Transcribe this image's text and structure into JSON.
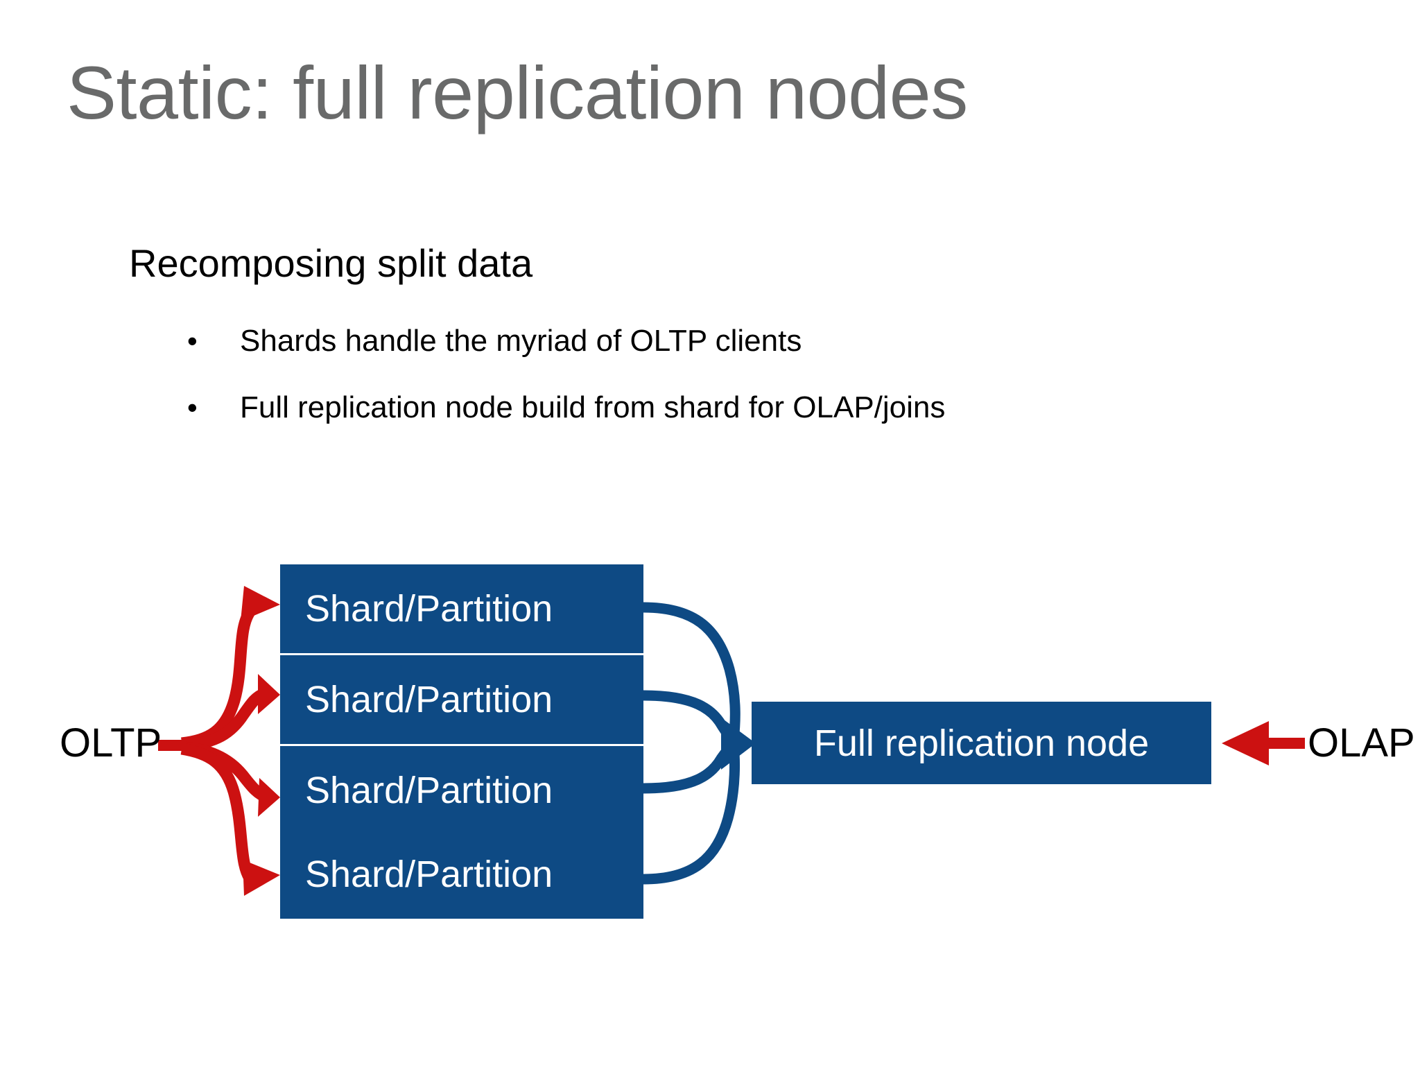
{
  "slide": {
    "title": "Static: full replication nodes",
    "lead": "Recomposing split data",
    "bullets": [
      {
        "marker": "•",
        "text": "Shards handle the myriad of OLTP clients"
      },
      {
        "marker": "•",
        "text": "Full replication node build from shard for OLAP/joins"
      }
    ]
  },
  "diagram": {
    "shards": [
      {
        "label": "Shard/Partition"
      },
      {
        "label": "Shard/Partition"
      },
      {
        "label": "Shard/Partition"
      },
      {
        "label": "Shard/Partition"
      }
    ],
    "full_replication_node": {
      "label": "Full replication node"
    },
    "endpoints": {
      "left": "OLTP",
      "right": "OLAP"
    },
    "arrows": {
      "oltp_fanout": {
        "name": "oltp-fanout-arrows",
        "color": "#cc1111",
        "count": 4,
        "direction": "left-to-right"
      },
      "shard_merge": {
        "name": "shard-merge-arrows",
        "color": "#0e4a84",
        "count": 4,
        "direction": "left-to-right"
      },
      "olap_inbound": {
        "name": "olap-inbound-arrow",
        "color": "#cc1111",
        "count": 1,
        "direction": "right-to-left"
      }
    },
    "colors": {
      "box_blue": "#0e4a84",
      "arrow_red": "#cc1111",
      "title_gray": "#696a6a",
      "text_black": "#000000",
      "background": "#ffffff"
    }
  }
}
